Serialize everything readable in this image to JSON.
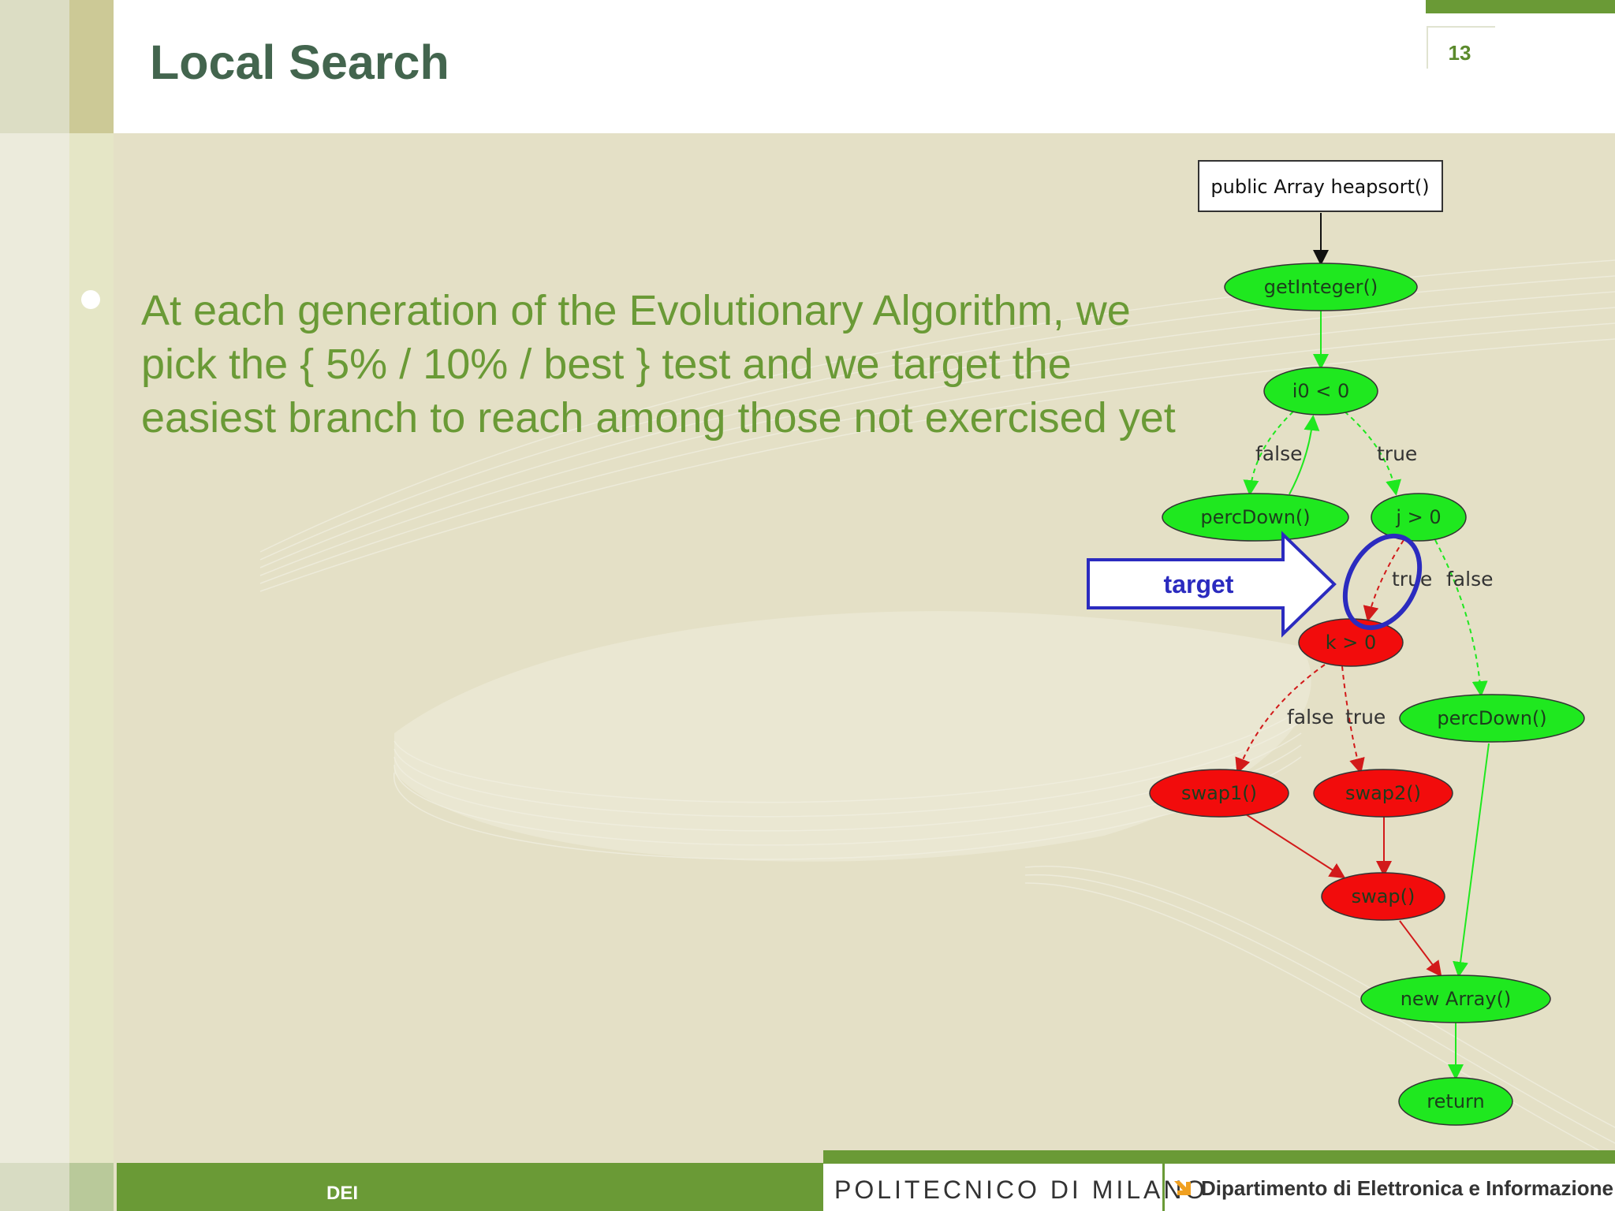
{
  "slide": {
    "title": "Local Search",
    "number": "13",
    "bullet_text": "At each generation of the Evolutionary Algorithm, we pick the { 5% / 10% / best } test and we target the easiest branch to reach among those not exercised yet"
  },
  "diagram": {
    "nodes": {
      "heapsort": "public Array heapsort()",
      "getInteger": "getInteger()",
      "i0": "i0 < 0",
      "percDown1": "percDown()",
      "j": "j > 0",
      "k": "k > 0",
      "percDown2": "percDown()",
      "swap1": "swap1()",
      "swap2": "swap2()",
      "swap": "swap()",
      "newArray": "new Array()",
      "ret": "return"
    },
    "edge_labels": {
      "i0_false": "false",
      "i0_true": "true",
      "j_true": "true",
      "j_false": "false",
      "k_false": "false",
      "k_true": "true"
    },
    "target_label": "target",
    "covered_color": "#1fe81f",
    "uncovered_color": "#f20c0c",
    "target_color": "#2b2bbf"
  },
  "footer": {
    "left_label": "DEI",
    "institution": "POLITECNICO DI MILANO",
    "department": "Dipartimento di Elettronica e Informazione"
  }
}
